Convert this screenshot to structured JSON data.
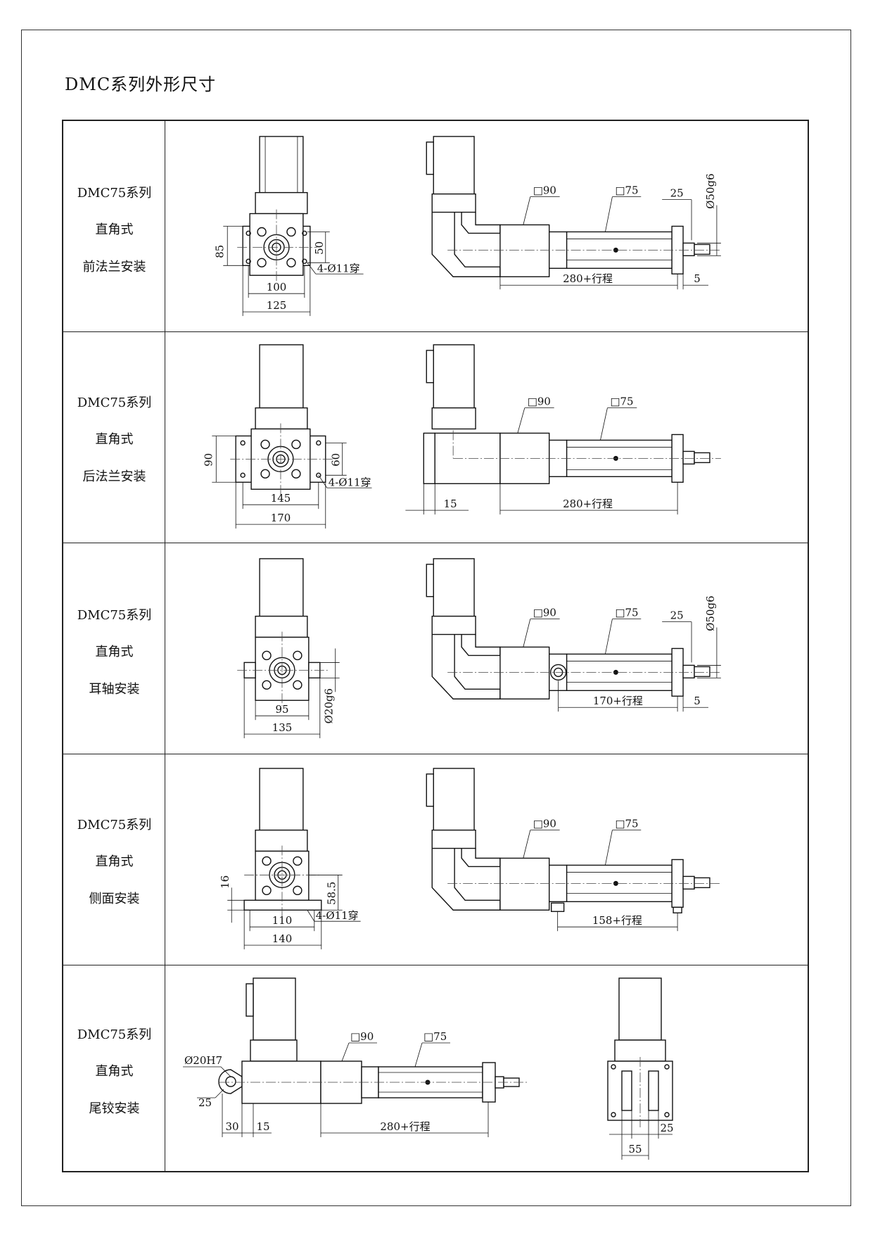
{
  "title": "DMC系列外形尺寸",
  "rows": [
    {
      "label": [
        "DMC75系列",
        "直角式",
        "前法兰安装"
      ],
      "front_dims": {
        "height": "85",
        "bolt_spacing_v": "50",
        "bolt_spacing_h": "100",
        "width": "125",
        "holes": "4-Ø11穿"
      },
      "side_dims": {
        "square_a": "□90",
        "square_b": "□75",
        "rod_len": "25",
        "rod_dia": "Ø50g6",
        "stroke": "280+行程",
        "end": "5"
      }
    },
    {
      "label": [
        "DMC75系列",
        "直角式",
        "后法兰安装"
      ],
      "front_dims": {
        "height": "90",
        "bolt_spacing_v": "60",
        "bolt_spacing_h": "145",
        "width": "170",
        "holes": "4-Ø11穿"
      },
      "side_dims": {
        "square_a": "□90",
        "square_b": "□75",
        "offset": "15",
        "stroke": "280+行程"
      }
    },
    {
      "label": [
        "DMC75系列",
        "直角式",
        "耳轴安装"
      ],
      "front_dims": {
        "trunnion_dia": "Ø20g6",
        "inner": "95",
        "width": "135"
      },
      "side_dims": {
        "square_a": "□90",
        "square_b": "□75",
        "rod_len": "25",
        "rod_dia": "Ø50g6",
        "stroke": "170+行程",
        "end": "5"
      }
    },
    {
      "label": [
        "DMC75系列",
        "直角式",
        "侧面安装"
      ],
      "front_dims": {
        "foot_h": "16",
        "center_h": "58.5",
        "inner": "110",
        "width": "140",
        "holes": "4-Ø11穿"
      },
      "side_dims": {
        "square_a": "□90",
        "square_b": "□75",
        "stroke": "158+行程"
      }
    },
    {
      "label": [
        "DMC75系列",
        "直角式",
        "尾铰安装"
      ],
      "side_dims": {
        "pin_dia": "Ø20H7",
        "radius": "25",
        "clevis": "30",
        "offset": "15",
        "square_a": "□90",
        "square_b": "□75",
        "stroke": "280+行程"
      },
      "end_dims": {
        "slot": "25",
        "width": "55"
      }
    }
  ]
}
